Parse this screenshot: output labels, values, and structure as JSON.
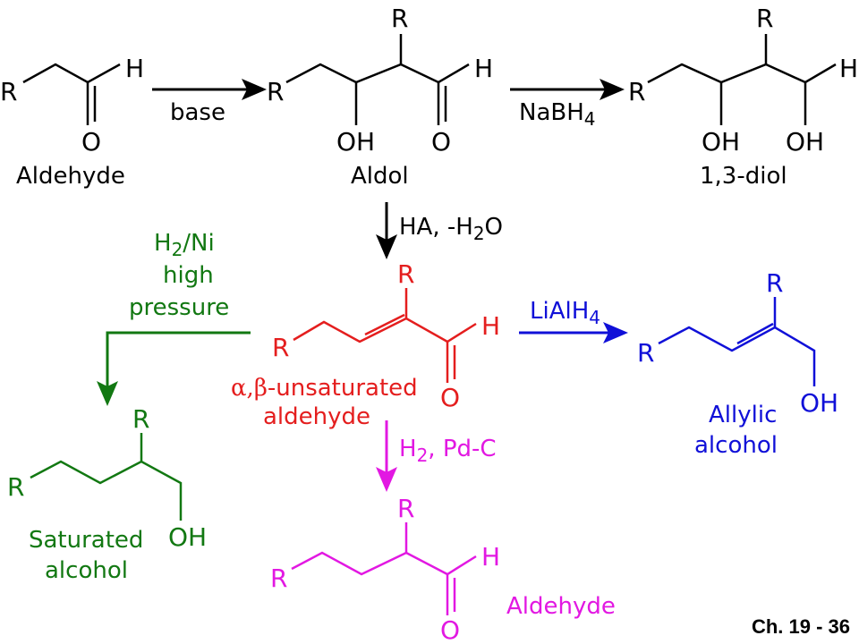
{
  "colors": {
    "black": "#000000",
    "red": "#e41e1e",
    "blue": "#1010d8",
    "green": "#127812",
    "magenta": "#e218e2"
  },
  "atoms": {
    "R": "R",
    "H": "H",
    "O": "O",
    "OH": "OH"
  },
  "row1": {
    "aldehyde_caption": "Aldehyde",
    "base_label": "base",
    "aldol_caption": "Aldol",
    "nabh4_main": "NaBH",
    "nabh4_sub": "4",
    "diol_caption": "1,3-diol"
  },
  "dehydration": {
    "pre": "HA, -H",
    "sub": "2",
    "post": "O"
  },
  "unsaturated": {
    "line1_greek": "α,β",
    "line1_rest": "-unsaturated",
    "line2": "aldehyde"
  },
  "lialh4": {
    "main": "LiAlH",
    "sub": "4"
  },
  "allylic": {
    "line1": "Allylic",
    "line2": "alcohol"
  },
  "h2ni": {
    "pre": "H",
    "sub": "2",
    "post": "/Ni",
    "line2": "high",
    "line3": "pressure"
  },
  "saturated": {
    "line1": "Saturated",
    "line2": "alcohol"
  },
  "h2pdc": {
    "pre": "H",
    "sub": "2",
    "post": ", Pd-C"
  },
  "product_aldehyde_caption": "Aldehyde",
  "footer": "Ch. 19 - 36"
}
